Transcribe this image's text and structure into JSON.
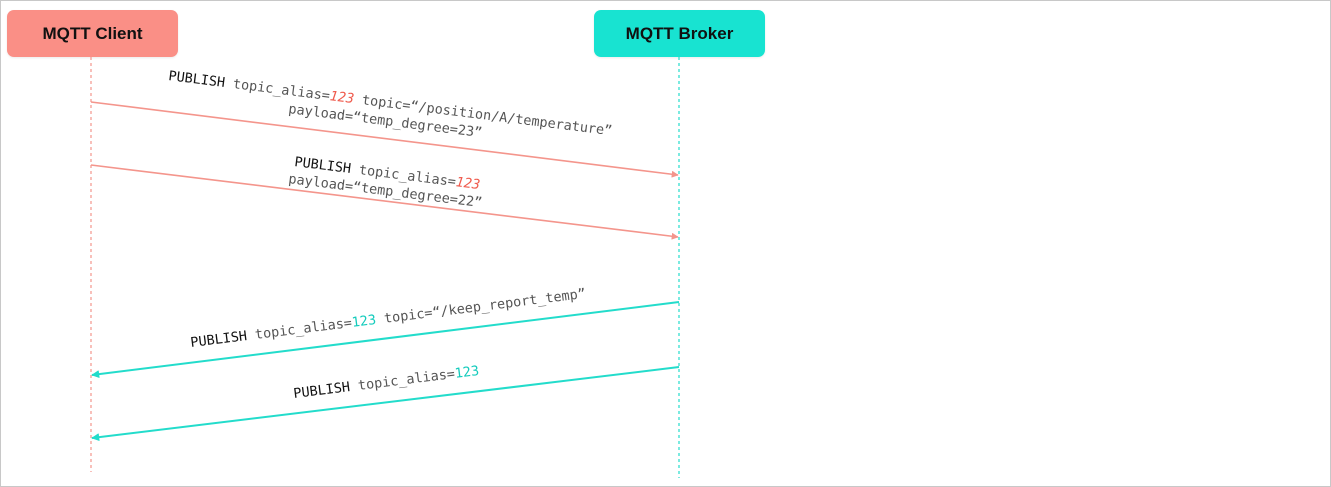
{
  "actors": {
    "client": {
      "label": "MQTT Client",
      "color": "#fa8f86"
    },
    "broker": {
      "label": "MQTT Broker",
      "color": "#18e3d1"
    }
  },
  "colors": {
    "client_line": "#f4958c",
    "broker_line": "#23dccb",
    "client_highlight": "#ef5a4c",
    "broker_highlight": "#14cbbc"
  },
  "messages": [
    {
      "direction": "client-to-broker",
      "lines": [
        [
          {
            "text": "PUBLISH",
            "style": "kw"
          },
          {
            "text": " topic_alias=",
            "style": "plain"
          },
          {
            "text": "123",
            "style": "hl-client"
          },
          {
            "text": " topic=“/position/A/temperature”",
            "style": "plain"
          }
        ],
        [
          {
            "text": "payload=“temp_degree=23”",
            "style": "plain"
          }
        ]
      ]
    },
    {
      "direction": "client-to-broker",
      "lines": [
        [
          {
            "text": "PUBLISH",
            "style": "kw"
          },
          {
            "text": " topic_alias=",
            "style": "plain"
          },
          {
            "text": "123",
            "style": "hl-client"
          }
        ],
        [
          {
            "text": "payload=“temp_degree=22”",
            "style": "plain"
          }
        ]
      ]
    },
    {
      "direction": "broker-to-client",
      "lines": [
        [
          {
            "text": "PUBLISH",
            "style": "kw"
          },
          {
            "text": " topic_alias=",
            "style": "plain"
          },
          {
            "text": "123",
            "style": "hl-broker"
          },
          {
            "text": " topic=“/keep_report_temp”",
            "style": "plain"
          }
        ]
      ]
    },
    {
      "direction": "broker-to-client",
      "lines": [
        [
          {
            "text": "PUBLISH",
            "style": "kw"
          },
          {
            "text": " topic_alias=",
            "style": "plain"
          },
          {
            "text": "123",
            "style": "hl-broker"
          }
        ]
      ]
    }
  ]
}
